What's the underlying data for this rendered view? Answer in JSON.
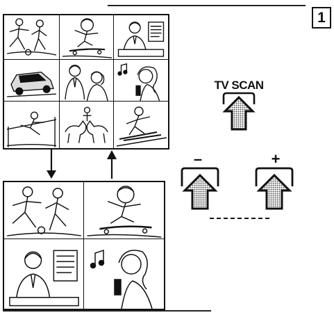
{
  "step": {
    "number": "1"
  },
  "tvscan_button": {
    "label": "TV SCAN"
  },
  "minus_button": {
    "label": "–"
  },
  "plus_button": {
    "label": "+"
  },
  "multi_view_grid": {
    "cells": [
      {
        "name": "soccer-players-thumb"
      },
      {
        "name": "skateboarder-thumb"
      },
      {
        "name": "newscaster-thumb"
      },
      {
        "name": "car-thumb"
      },
      {
        "name": "couple-thumb"
      },
      {
        "name": "singer-thumb"
      },
      {
        "name": "gymnast-thumb"
      },
      {
        "name": "dogs-thumb"
      },
      {
        "name": "skier-thumb"
      }
    ]
  },
  "four_view_grid": {
    "cells": [
      {
        "name": "soccer-players-view"
      },
      {
        "name": "skateboarder-view"
      },
      {
        "name": "newscaster-view"
      },
      {
        "name": "singer-view"
      }
    ]
  },
  "colors": {
    "ink": "#111111",
    "dot_fill": "#9a9a9a"
  }
}
